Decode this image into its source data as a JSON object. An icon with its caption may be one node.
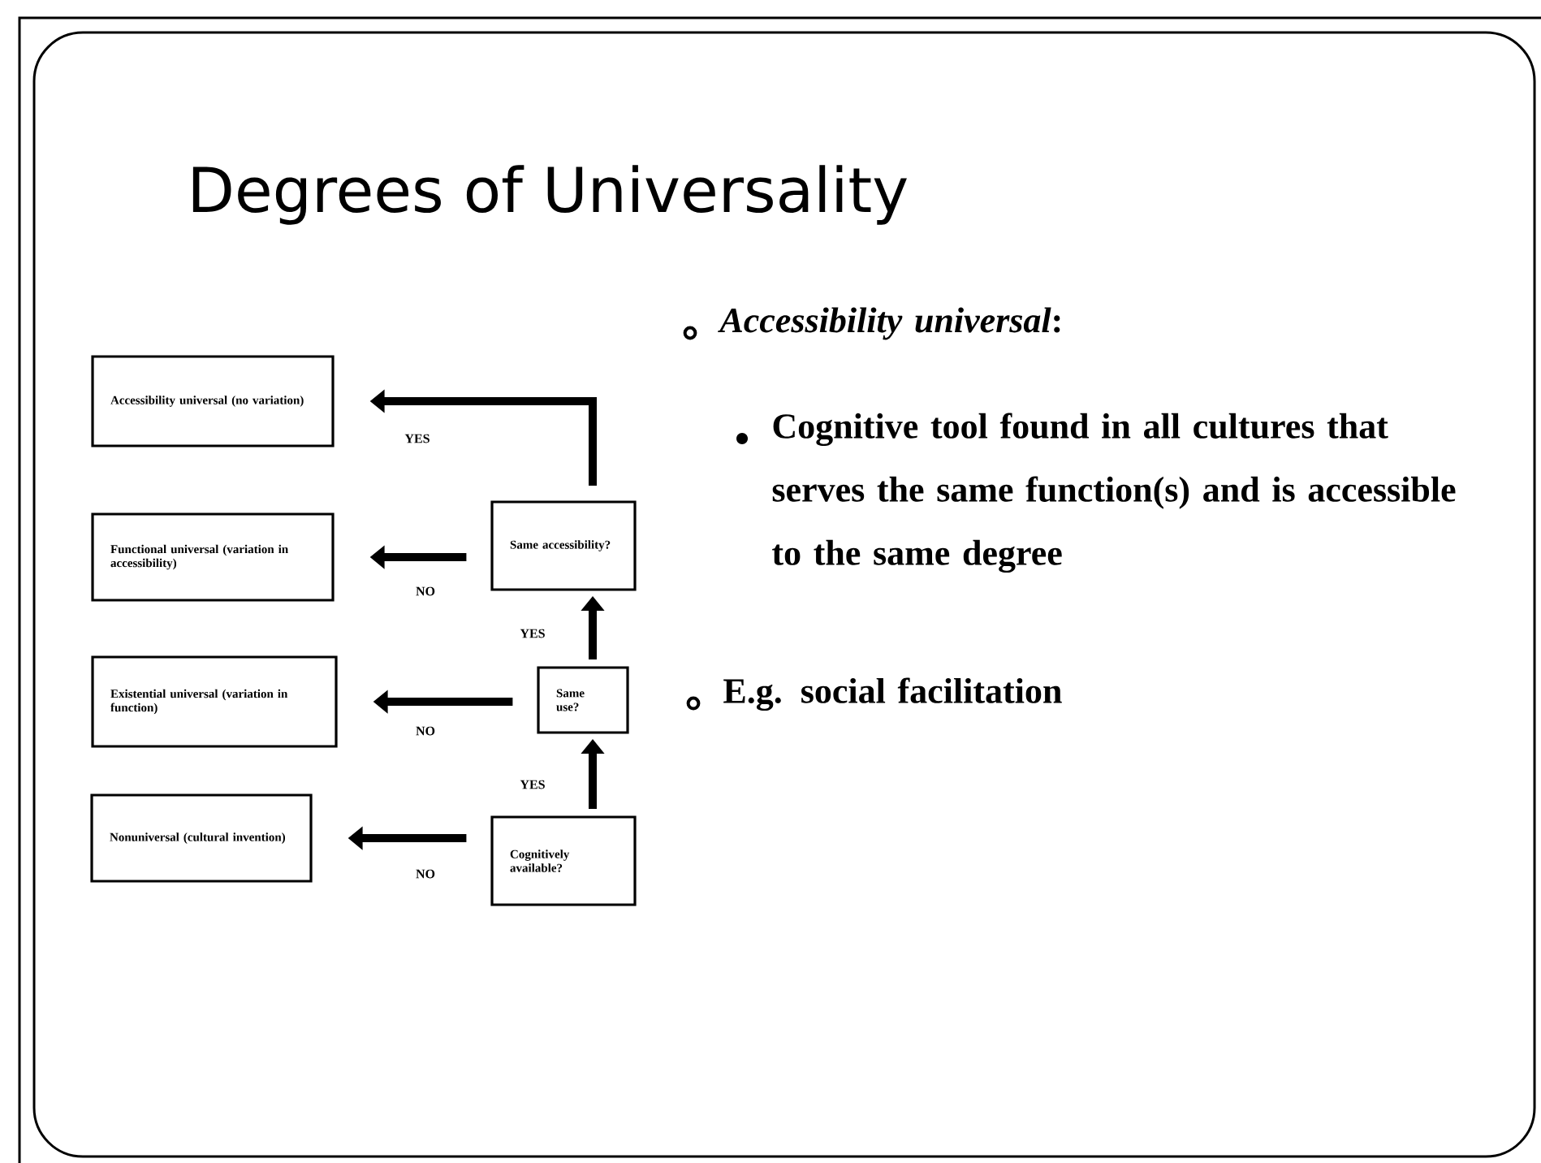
{
  "diagram": {
    "title": "Degrees of Universality",
    "nodes": [
      {
        "text": [
          "Accessibility universal (no variation)"
        ]
      },
      {
        "text": [
          "Functional universal (variation in accessibility)"
        ]
      },
      {
        "text": [
          "Same accessibility?"
        ]
      },
      {
        "text": [
          "Existential universal (variation in function)"
        ]
      },
      {
        "text": [
          "Same use?"
        ]
      },
      {
        "text": [
          "Nonuniversal (cultural invention)"
        ]
      },
      {
        "text": [
          "Cognitively available?"
        ]
      }
    ],
    "edges": [
      {
        "from": 2,
        "to": 0,
        "arrow": "to",
        "label": "YES"
      },
      {
        "from": 2,
        "to": 1,
        "arrow": "to",
        "label": "NO"
      },
      {
        "from": 4,
        "to": 2,
        "arrow": "to",
        "label": "YES"
      },
      {
        "from": 4,
        "to": 3,
        "arrow": "to",
        "label": "NO"
      },
      {
        "from": 6,
        "to": 4,
        "arrow": "to",
        "label": "YES"
      },
      {
        "from": 6,
        "to": 5,
        "arrow": "to",
        "label": "NO"
      }
    ],
    "labels": [
      "*Accessibility universal*:",
      "Cognitive tool found in all cultures that serves the same function(s) and is accessible to the same degree",
      "E.g. social facilitation"
    ]
  }
}
